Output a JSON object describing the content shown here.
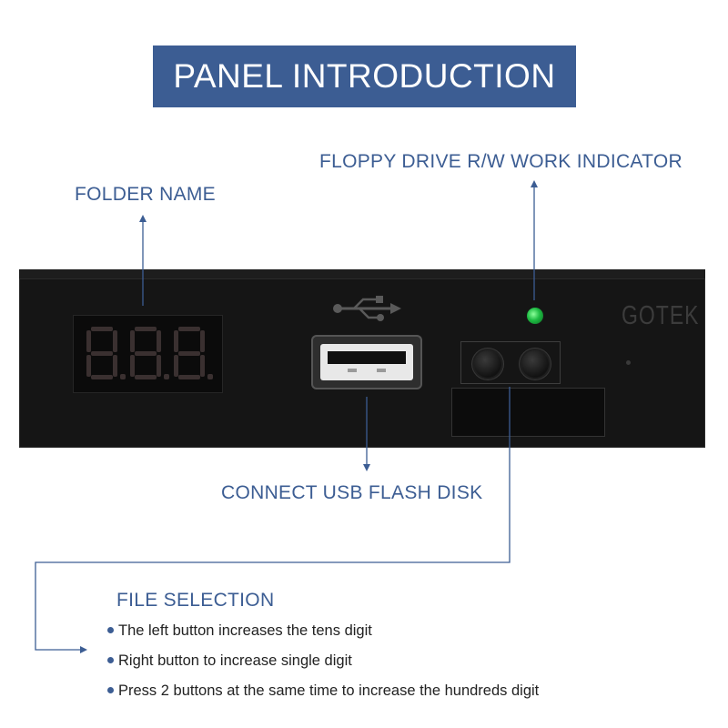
{
  "title": "PANEL INTRODUCTION",
  "callouts": {
    "folder_name": "FOLDER NAME",
    "indicator": "FLOPPY DRIVE R/W WORK INDICATOR",
    "usb": "CONNECT USB FLASH DISK",
    "file_selection": "FILE SELECTION"
  },
  "file_selection_bullets": [
    "The left button increases the tens digit",
    "Right button to increase single digit",
    "Press 2 buttons at the same time to increase the hundreds digit"
  ],
  "device": {
    "brand": "GOTEK",
    "display_digits": [
      "8.",
      "8.",
      "8."
    ],
    "usb_symbol_icon": "usb-icon",
    "led_color": "#1dbb42"
  },
  "colors": {
    "accent": "#3c5d93",
    "device_body": "#151515"
  }
}
